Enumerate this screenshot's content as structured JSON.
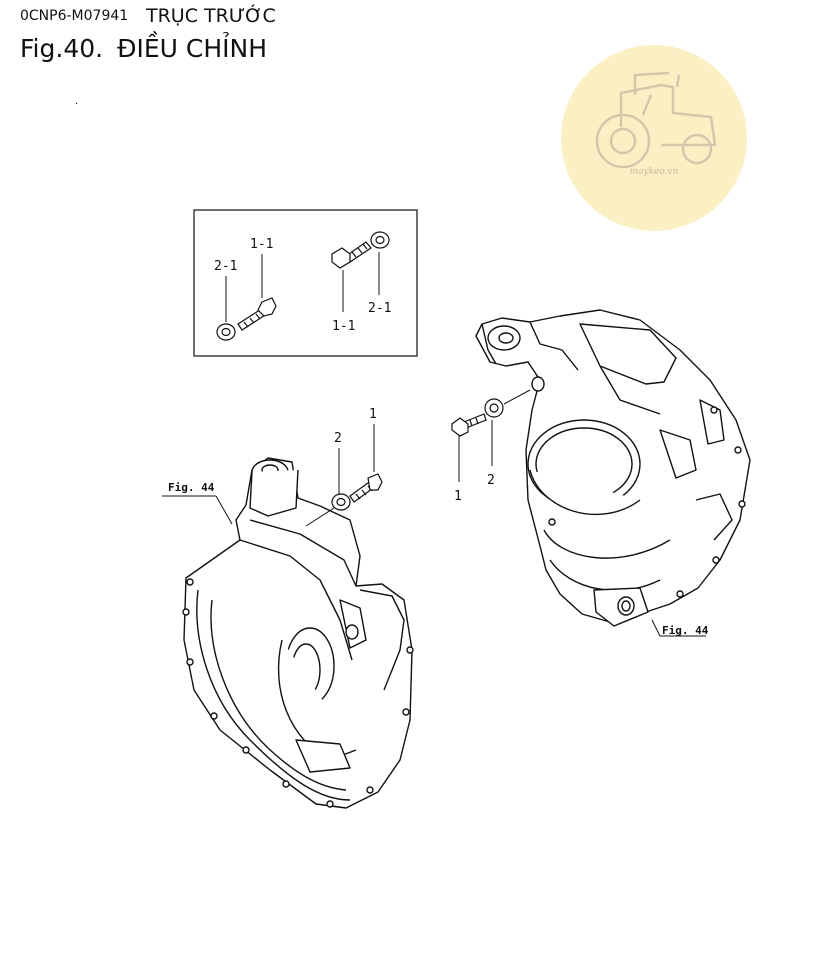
{
  "header": {
    "code": "0CNP6-M07941",
    "title": "TRỤC TRƯỚC"
  },
  "figure": {
    "number": "Fig.40.",
    "name": "ĐIỀU CHỈNH",
    "dot": "."
  },
  "logo": {
    "text": "maykeo.vn",
    "color": "#fbf0c4"
  },
  "inset": {
    "labels": [
      "1-1",
      "2-1",
      "1-1",
      "2-1"
    ]
  },
  "callouts": {
    "left": [
      "2",
      "1"
    ],
    "right": [
      "1",
      "2"
    ],
    "fig_ref_left": "Fig. 44",
    "fig_ref_right": "Fig. 44"
  }
}
